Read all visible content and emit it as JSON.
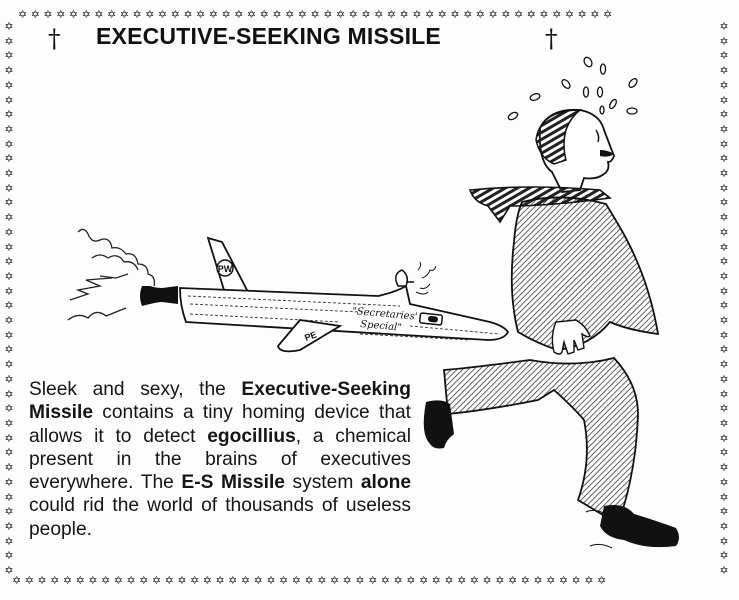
{
  "header": {
    "title": "EXECUTIVE-SEEKING MISSILE",
    "left_ornament": "†",
    "right_ornament": "†"
  },
  "border": {
    "glyph": "✡",
    "top": "✡✡✡✡✡✡✡✡✡✡✡✡✡✡✡✡✡✡✡✡✡✡✡✡✡✡✡✡✡✡✡✡✡✡✡✡✡✡✡✡✡✡✡✡✡✡✡",
    "bottom": "✡✡✡✡✡✡✡✡✡✡✡✡✡✡✡✡✡✡✡✡✡✡✡✡✡✡✡✡✡✡✡✡✡✡✡✡✡✡✡✡✡✡✡✡✡✡✡",
    "side": "✡✡✡✡✡✡✡✡✡✡✡✡✡✡✡✡✡✡✡✡✡✡✡✡✡✡✡✡✡✡✡✡✡✡✡✡✡✡"
  },
  "illustration": {
    "missile_tail_logo": "PW",
    "missile_wing_logo": "PE",
    "missile_label_line1": "\"Secretaries'",
    "missile_label_line2": "Special\""
  },
  "description": {
    "p1": "Sleek and sexy, the ",
    "b1": "Executive-Seeking Missile",
    "p2": " contains a tiny homing device that allows it to detect ",
    "b2": "egocillius",
    "p3": ", a chemical present in the brains of executives everywhere. The ",
    "b3": "E-S Missile",
    "p4": " system ",
    "b4": "alone",
    "p5": " could rid the world of thousands of useless people."
  }
}
